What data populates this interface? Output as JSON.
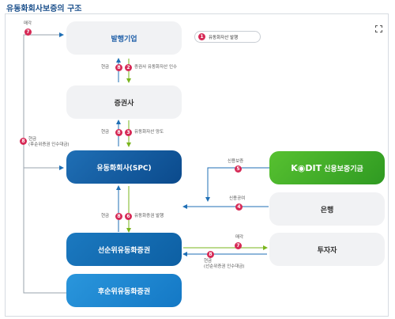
{
  "title": "유동화회사보증의 구조",
  "nodes": {
    "issuer": "발행기업",
    "securities": "증권사",
    "spc": "유동화회사(SPC)",
    "kodit_logo": "K◉DIT",
    "kodit": "신용보증기금",
    "bank": "은행",
    "senior": "선순위유동화증권",
    "investor": "투자자",
    "junior": "후순위유동화증권"
  },
  "note": {
    "num": "1",
    "text": "유동화자산 발행"
  },
  "labels": {
    "sell_top": "매각",
    "sell_top_num": "7",
    "cash_junior": "현금\n(후순위증권 인수대금)",
    "cash_junior_num": "8",
    "cash1": "현금",
    "cash1_num": "8",
    "acq1_num": "2",
    "acq1": "증권사 유동화자산 인수",
    "cash2": "현금",
    "cash2_num": "8",
    "transfer_num": "3",
    "transfer": "유동화자산 양도",
    "guarantee": "신용보증",
    "guarantee_num": "5",
    "credit": "신용공여",
    "credit_num": "4",
    "cash3": "현금",
    "cash3_num": "8",
    "issue_num": "6",
    "issue": "유동화증권 발행",
    "sell_inv": "매각",
    "sell_inv_num": "7",
    "cash_inv_num": "8",
    "cash_inv": "현금\n(선순위증권 인수대금)"
  },
  "colors": {
    "arrow_blue": "#1f6fb5",
    "arrow_green": "#7ab51d",
    "badge": "#d62a56"
  },
  "icons": {
    "expand": "expand-icon"
  }
}
